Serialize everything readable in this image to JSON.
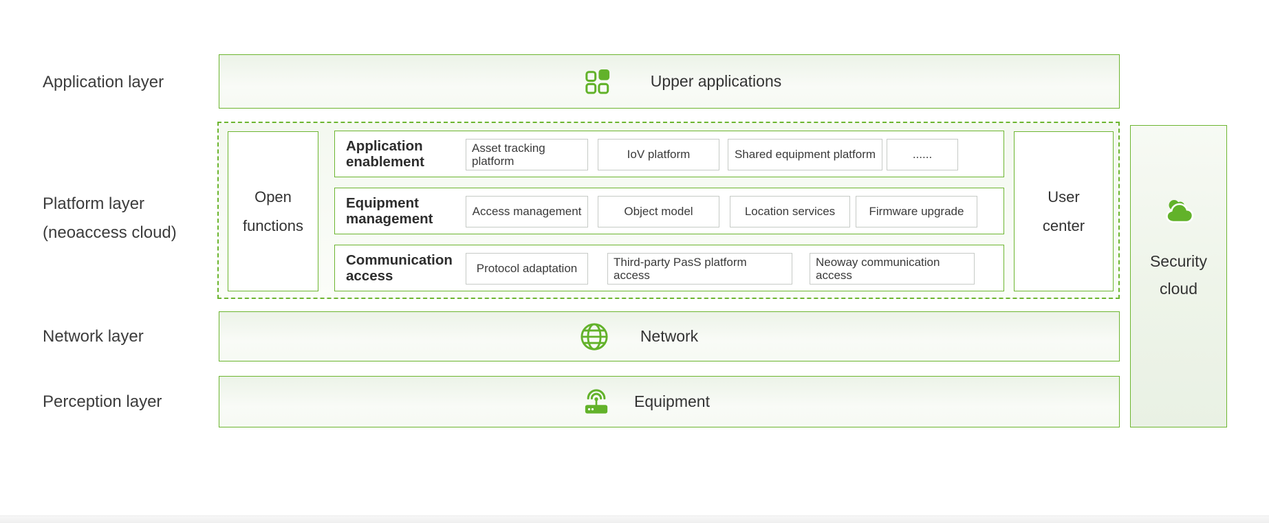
{
  "side_labels": {
    "application": "Application layer",
    "platform": "Platform layer (neoaccess cloud)",
    "network": "Network layer",
    "perception": "Perception layer"
  },
  "application_layer": {
    "title": "Upper applications",
    "icon": "apps-grid-icon"
  },
  "platform_layer": {
    "open_functions": "Open functions",
    "user_center": "User center",
    "rows": [
      {
        "label": "Application enablement",
        "items": [
          "Asset tracking platform",
          "IoV platform",
          "Shared equipment platform",
          "......"
        ]
      },
      {
        "label": "Equipment management",
        "items": [
          "Access management",
          "Object model",
          "Location services",
          "Firmware upgrade"
        ]
      },
      {
        "label": "Communication access",
        "items": [
          "Protocol adaptation",
          "Third-party PasS platform access",
          "Neoway communication access"
        ]
      }
    ]
  },
  "network_layer": {
    "title": "Network",
    "icon": "globe-icon"
  },
  "perception_layer": {
    "title": "Equipment",
    "icon": "router-icon"
  },
  "security": {
    "title": "Security cloud",
    "icon": "cloud-icon"
  },
  "colors": {
    "accent_green": "#6cb52f",
    "icon_green": "#62b22a",
    "item_border_gray": "#c6cac6",
    "text_dark": "#333333"
  }
}
